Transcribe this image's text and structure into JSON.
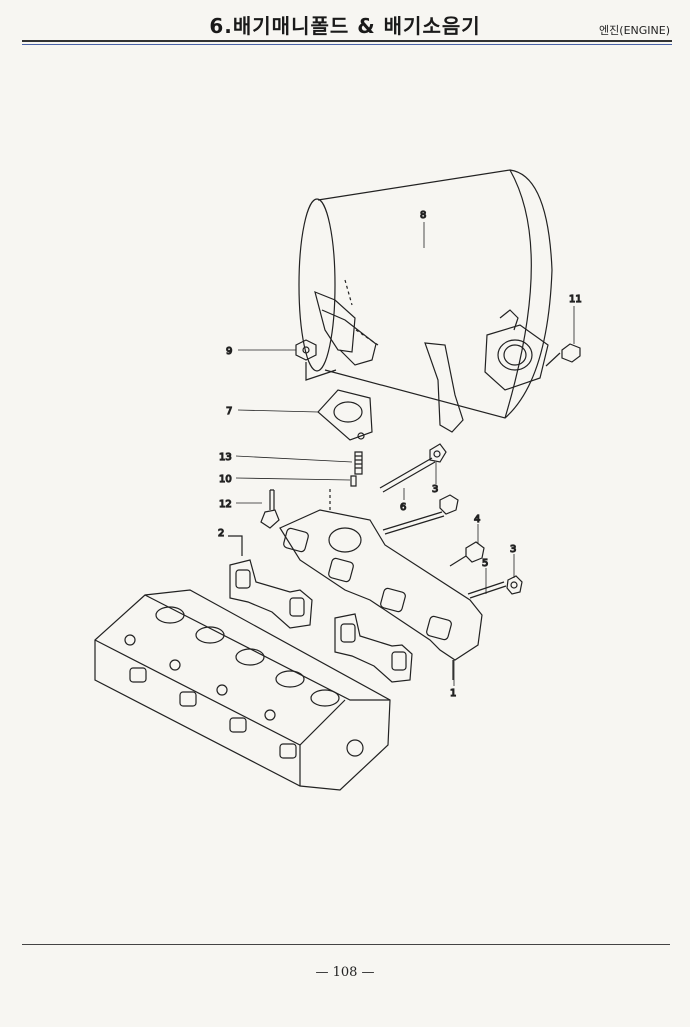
{
  "header": {
    "title": "6.배기매니폴드 & 배기소음기",
    "section": "엔진(ENGINE)"
  },
  "callouts": {
    "c1": "1",
    "c2": "2",
    "c3a": "3",
    "c3b": "3",
    "c4": "4",
    "c5": "5",
    "c6": "6",
    "c7": "7",
    "c8": "8",
    "c9": "9",
    "c10": "10",
    "c11": "11",
    "c12": "12",
    "c13": "13"
  },
  "footer": {
    "page_number": "108"
  }
}
